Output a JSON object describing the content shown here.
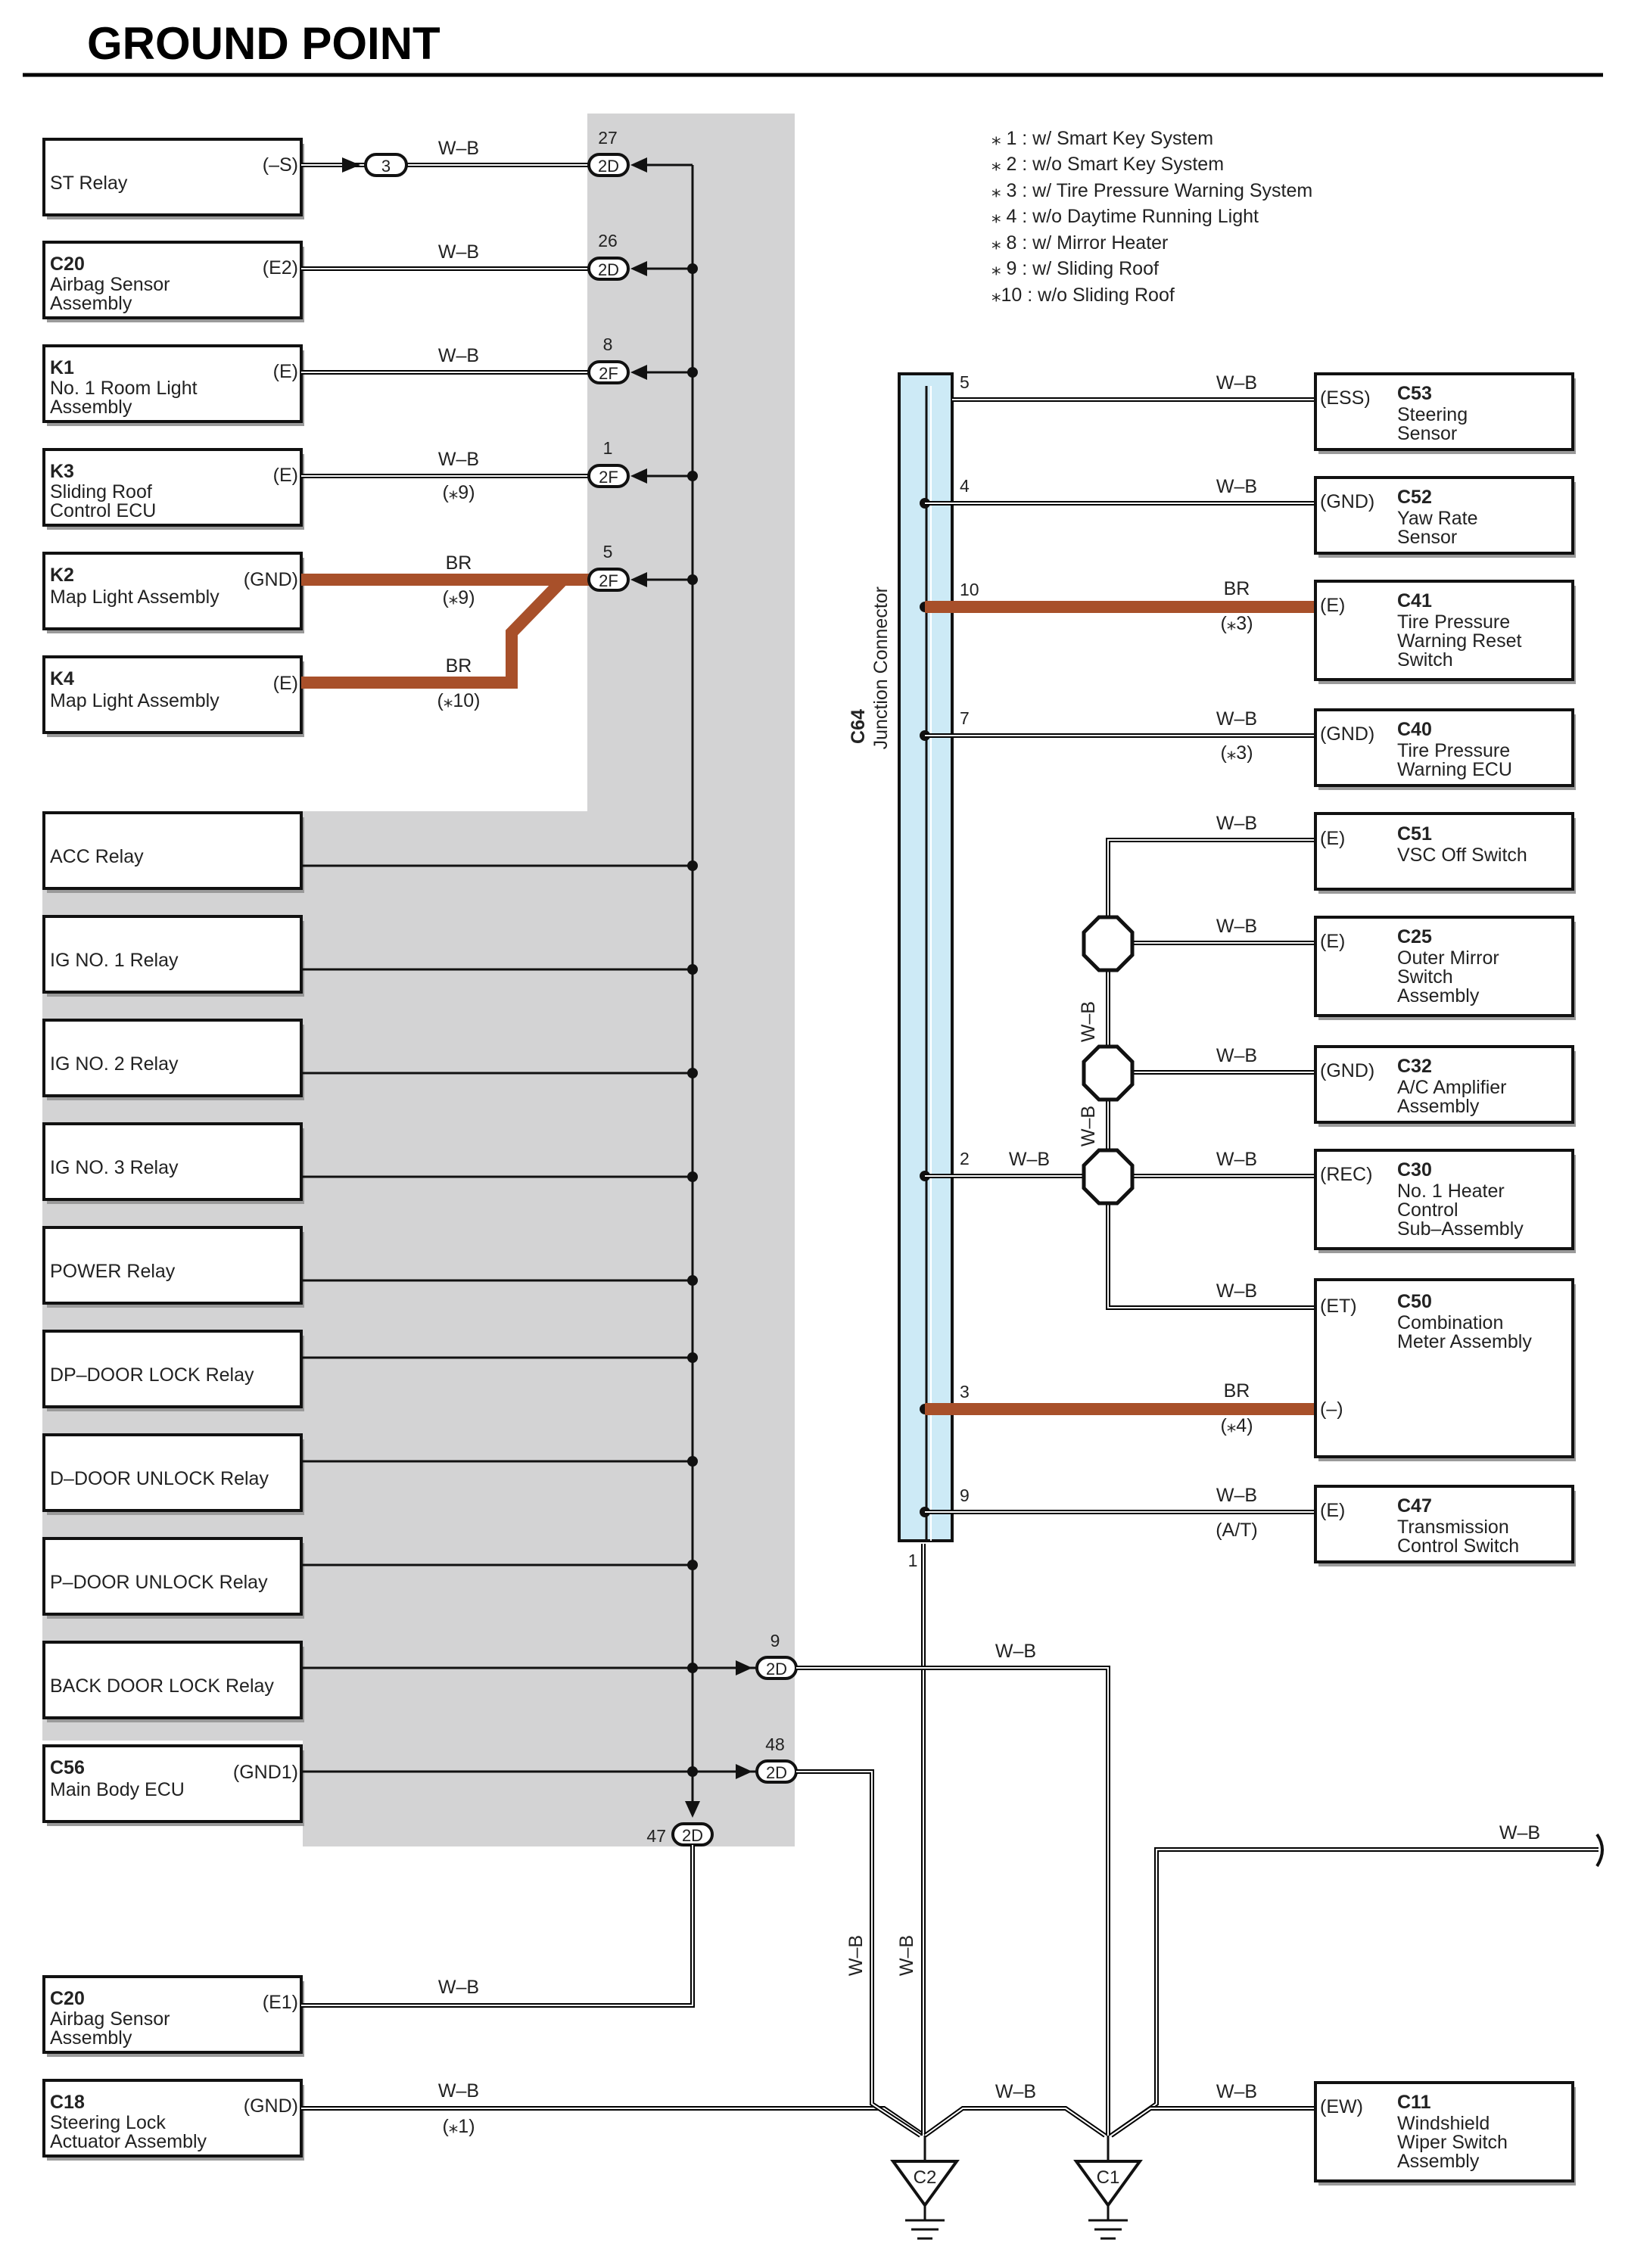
{
  "title": "GROUND POINT",
  "notes": [
    "⁎ 1 : w/ Smart Key System",
    "⁎ 2 : w/o Smart Key System",
    "⁎ 3 : w/ Tire Pressure Warning System",
    "⁎ 4 : w/o Daytime Running Light",
    "⁎ 8 : w/ Mirror Heater",
    "⁎ 9 : w/ Sliding Roof",
    "⁎10 : w/o Sliding Roof"
  ],
  "junction": {
    "code": "C64",
    "name": "Junction Connector"
  },
  "left_components": [
    {
      "lines": [
        "ST Relay"
      ],
      "pin": "(–S)",
      "wire": "W–B",
      "cond": "",
      "conn_pin": "27",
      "conn": "2D"
    },
    {
      "lines": [
        "C20",
        "Airbag Sensor",
        "Assembly"
      ],
      "pin": "(E2)",
      "wire": "W–B",
      "cond": "",
      "conn_pin": "26",
      "conn": "2D"
    },
    {
      "lines": [
        "K1",
        "No.  1 Room Light",
        "Assembly"
      ],
      "pin": "(E)",
      "wire": "W–B",
      "cond": "",
      "conn_pin": "8",
      "conn": "2F"
    },
    {
      "lines": [
        "K3",
        "Sliding Roof",
        "Control ECU"
      ],
      "pin": "(E)",
      "wire": "W–B",
      "cond": "(⁎9)",
      "conn_pin": "1",
      "conn": "2F"
    },
    {
      "lines": [
        "K2",
        "Map Light Assembly"
      ],
      "pin": "(GND)",
      "wire": "BR",
      "cond": "(⁎9)",
      "conn_pin": "5",
      "conn": "2F"
    },
    {
      "lines": [
        "K4",
        "Map Light Assembly"
      ],
      "pin": "(E)",
      "wire": "BR",
      "cond": "(⁎10)",
      "conn_pin": "",
      "conn": ""
    }
  ],
  "st_relay_joint": "3",
  "relays": [
    "ACC Relay",
    "IG NO. 1 Relay",
    "IG NO. 2 Relay",
    "IG NO. 3 Relay",
    "POWER Relay",
    "DP–DOOR LOCK Relay",
    "D–DOOR UNLOCK Relay",
    "P–DOOR UNLOCK Relay",
    "BACK DOOR LOCK Relay"
  ],
  "back_door_conn": {
    "pin": "9",
    "conn": "2D"
  },
  "main_body_ecu": {
    "lines": [
      "C56",
      "Main Body ECU"
    ],
    "pin": "(GND1)",
    "conn_pin": "48",
    "conn": "2D"
  },
  "conn_47": {
    "pin": "47",
    "conn": "2D"
  },
  "bottom_left": [
    {
      "lines": [
        "C20",
        "Airbag Sensor",
        "Assembly"
      ],
      "pin": "(E1)",
      "wire": "W–B",
      "cond": ""
    },
    {
      "lines": [
        "C18",
        "Steering Lock",
        "Actuator Assembly"
      ],
      "pin": "(GND)",
      "wire": "W–B",
      "cond": "(⁎1)"
    }
  ],
  "right_components": [
    {
      "lines": [
        "C53",
        "Steering",
        "Sensor"
      ],
      "pin": "(ESS)",
      "wire": "W–B",
      "cond": "",
      "jc_pin": "5"
    },
    {
      "lines": [
        "C52",
        "Yaw Rate",
        "Sensor"
      ],
      "pin": "(GND)",
      "wire": "W–B",
      "cond": "",
      "jc_pin": "4"
    },
    {
      "lines": [
        "C41",
        "Tire Pressure",
        "Warning Reset",
        "Switch"
      ],
      "pin": "(E)",
      "wire": "BR",
      "cond": "(⁎3)",
      "jc_pin": "10"
    },
    {
      "lines": [
        "C40",
        "Tire Pressure",
        "Warning ECU"
      ],
      "pin": "(GND)",
      "wire": "W–B",
      "cond": "(⁎3)",
      "jc_pin": "7"
    },
    {
      "lines": [
        "C51",
        "VSC Off Switch"
      ],
      "pin": "(E)",
      "wire": "W–B",
      "cond": "",
      "jc_pin": ""
    },
    {
      "lines": [
        "C25",
        "Outer Mirror",
        "Switch",
        "Assembly"
      ],
      "pin": "(E)",
      "wire": "W–B",
      "cond": "",
      "jc_pin": ""
    },
    {
      "lines": [
        "C32",
        "A/C Amplifier",
        "Assembly"
      ],
      "pin": "(GND)",
      "wire": "W–B",
      "cond": "",
      "jc_pin": ""
    },
    {
      "lines": [
        "C30",
        "No.  1 Heater",
        "Control",
        "Sub–Assembly"
      ],
      "pin": "(REC)",
      "wire": "W–B",
      "cond": "",
      "jc_pin": "2"
    },
    {
      "lines": [
        "C50",
        "Combination",
        "Meter Assembly"
      ],
      "pin": "(ET)",
      "pin2": "(–)",
      "wire": "W–B",
      "wire2": "BR",
      "cond2": "(⁎4)",
      "jc_pin": "3"
    },
    {
      "lines": [
        "C47",
        "Transmission",
        "Control Switch"
      ],
      "pin": "(E)",
      "wire": "W–B",
      "cond": "(A/T)",
      "jc_pin": "9"
    },
    {
      "lines": [
        "C11",
        "Windshield",
        "Wiper Switch",
        "Assembly"
      ],
      "pin": "(EW)",
      "wire": "W–B",
      "cond": ""
    }
  ],
  "jc_bottom_pin": "1",
  "jc_pin2_wire": "W–B",
  "vertical_wire": "W–B",
  "wire_labels": {
    "back_door": "W–B",
    "far_right": "W–B",
    "c2_bottom": "W–B",
    "c1_left": "W–B"
  },
  "grounds": [
    "C2",
    "C1"
  ]
}
